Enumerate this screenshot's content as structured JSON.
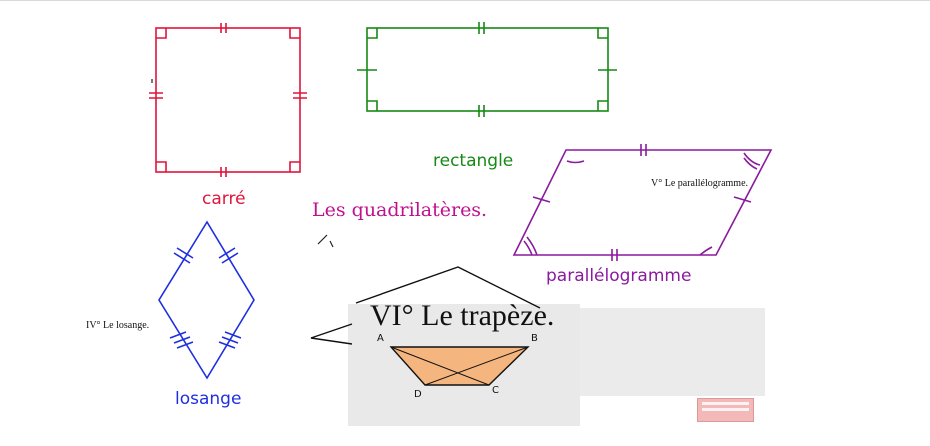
{
  "shapes": {
    "carre": {
      "label": "carré",
      "color": "#e0143c"
    },
    "rectangle": {
      "label": "rectangle",
      "color": "#158a15"
    },
    "parallelogramme": {
      "label": "parallélogramme",
      "color": "#8a1a9e"
    },
    "losange": {
      "label": "losange",
      "color": "#1e2fe0"
    }
  },
  "titles": {
    "quadrilaterals": "Les quadrilatères."
  },
  "notes": {
    "parallelogram": "V° Le parallélogramme.",
    "rhombus": "IV° Le losange."
  },
  "trapezoid": {
    "title": "VI° Le trapèze.",
    "vertices": {
      "A": "A",
      "B": "B",
      "C": "C",
      "D": "D"
    },
    "fill": "#f5b57e"
  }
}
